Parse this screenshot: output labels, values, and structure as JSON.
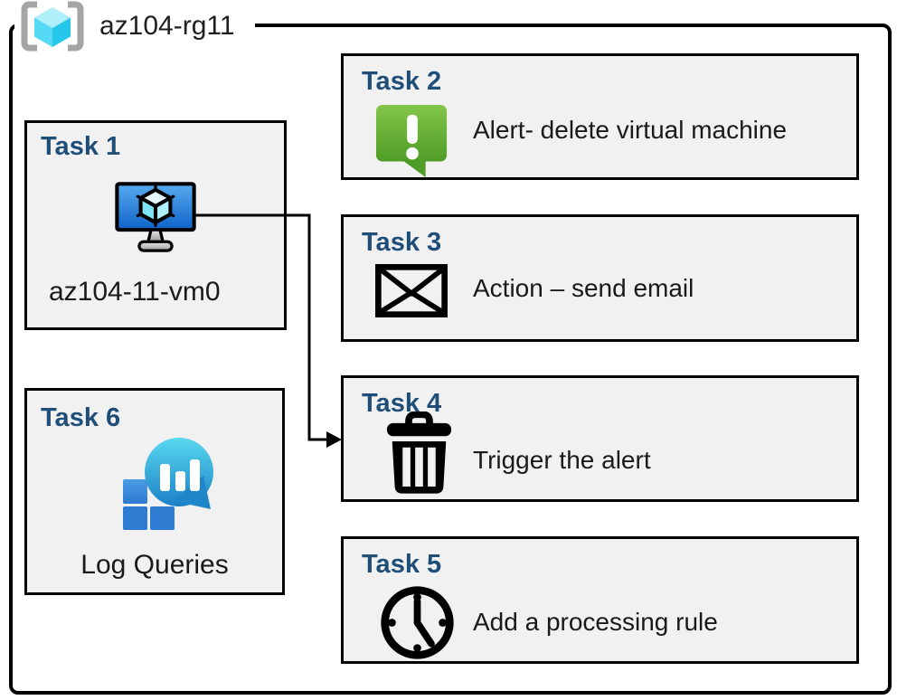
{
  "header": {
    "resource_group_name": "az104-rg11",
    "icon": "resource-group-icon"
  },
  "left_tasks": [
    {
      "title": "Task 1",
      "label": "az104-11-vm0",
      "icon": "virtual-machine-icon"
    },
    {
      "title": "Task 6",
      "label": "Log Queries",
      "icon": "log-analytics-icon"
    }
  ],
  "right_tasks": [
    {
      "title": "Task 2",
      "label": "Alert- delete virtual machine",
      "icon": "alert-icon"
    },
    {
      "title": "Task 3",
      "label": "Action – send email",
      "icon": "email-icon"
    },
    {
      "title": "Task 4",
      "label": "Trigger the alert",
      "icon": "trash-icon"
    },
    {
      "title": "Task 5",
      "label": "Add a processing rule",
      "icon": "clock-icon"
    }
  ],
  "connection": {
    "from": "Task 1 virtual machine",
    "to": "Task 4"
  },
  "colors": {
    "task_title": "#1F4E79",
    "box_fill": "#F1F1F1",
    "box_border": "#000000",
    "alert_green": "#6ABB35",
    "azure_cyan": "#35CBEE",
    "vm_screen_blue": "#2E8DE0",
    "log_square_blue": "#2F7CD3",
    "log_teal": "#2BB3DC",
    "bracket_gray": "#A5A5A5"
  }
}
